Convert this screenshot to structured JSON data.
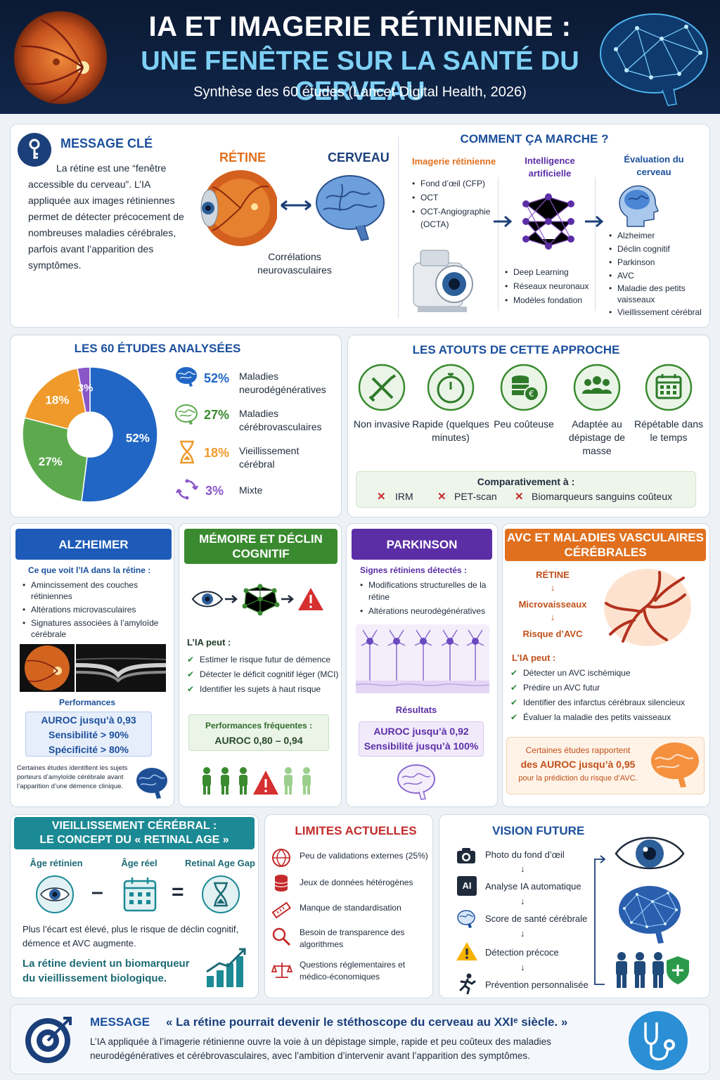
{
  "header": {
    "title_line1": "IA ET IMAGERIE RÉTINIENNE :",
    "title_line2": "UNE FENÊTRE SUR LA SANTÉ DU CERVEAU",
    "subtitle": "Synthèse des 60 études (Lancet Digital Health, 2026)"
  },
  "key_message": {
    "title": "MESSAGE CLÉ",
    "text": "La rétine est une “fenêtre accessible du cerveau”. L’IA appliquée aux images rétiniennes permet de détecter précocement de nombreuses maladies cérébrales, parfois avant l’apparition des symptômes.",
    "retina_label": "RÉTINE",
    "brain_label": "CERVEAU",
    "correlations": "Corrélations neurovasculaires"
  },
  "how": {
    "title": "COMMENT ÇA MARCHE ?",
    "col1_title": "Imagerie rétinienne",
    "col1_items": [
      "Fond d’œil (CFP)",
      "OCT",
      "OCT-Angiographie (OCTA)"
    ],
    "col2_title": "Intelligence artificielle",
    "col2_items": [
      "Deep Learning",
      "Réseaux neuronaux",
      "Modèles fondation"
    ],
    "col3_title": "Évaluation du cerveau",
    "col3_items": [
      "Alzheimer",
      "Déclin cognitif",
      "Parkinson",
      "AVC",
      "Maladie des petits vaisseaux",
      "Vieillissement cérébral"
    ]
  },
  "studies": {
    "title": "LES 60 ÉTUDES ANALYSÉES",
    "legend": [
      {
        "pct": "52%",
        "label": "Maladies neurodégénératives"
      },
      {
        "pct": "27%",
        "label": "Maladies cérébrovasculaires"
      },
      {
        "pct": "18%",
        "label": "Vieillissement cérébral"
      },
      {
        "pct": "3%",
        "label": "Mixte"
      }
    ]
  },
  "chart_data": {
    "type": "pie",
    "categories": [
      "Maladies neurodégénératives",
      "Maladies cérébrovasculaires",
      "Vieillissement cérébral",
      "Mixte"
    ],
    "values": [
      52,
      27,
      18,
      3
    ],
    "labels": [
      "52%",
      "27%",
      "18%",
      "3%"
    ],
    "colors": [
      "#2166c4",
      "#5daa4e",
      "#ef9a2a",
      "#8a56c8"
    ],
    "title": "LES 60 ÉTUDES ANALYSÉES"
  },
  "atouts": {
    "title": "LES ATOUTS DE CETTE APPROCHE",
    "items": [
      "Non invasive",
      "Rapide (quelques minutes)",
      "Peu coûteuse",
      "Adaptée au dépistage de masse",
      "Répétable dans le temps"
    ],
    "compare_title": "Comparativement à :",
    "compare_items": [
      "IRM",
      "PET-scan",
      "Biomarqueurs sanguins coûteux"
    ]
  },
  "alzheimer": {
    "title": "ALZHEIMER",
    "subtitle": "Ce que voit l’IA dans la rétine :",
    "items": [
      "Amincissement des couches rétiniennes",
      "Altérations microvasculaires",
      "Signatures associées à l’amyloïde cérébrale"
    ],
    "perf_title": "Performances",
    "perf": [
      "AUROC jusqu’à 0,93",
      "Sensibilité > 90%",
      "Spécificité > 80%"
    ],
    "note": "Certaines études identifient les sujets porteurs d’amyloïde cérébrale avant l’apparition d’une démence clinique."
  },
  "memoire": {
    "title": "MÉMOIRE ET DÉCLIN COGNITIF",
    "ia_title": "L’IA peut :",
    "items": [
      "Estimer le risque futur de démence",
      "Détecter le déficit cognitif léger (MCI)",
      "Identifier les sujets à haut risque"
    ],
    "perf_title": "Performances fréquentes :",
    "perf_value": "AUROC 0,80 – 0,94"
  },
  "parkinson": {
    "title": "PARKINSON",
    "subtitle": "Signes rétiniens détectés :",
    "items": [
      "Modifications structurelles de la rétine",
      "Altérations neurodégénératives"
    ],
    "results_title": "Résultats",
    "results": [
      "AUROC jusqu’à 0,92",
      "Sensibilité jusqu’à 100%"
    ]
  },
  "avc": {
    "title": "AVC ET MALADIES VASCULAIRES CÉRÉBRALES",
    "chain": [
      "RÉTINE",
      "Microvaisseaux",
      "Risque d’AVC"
    ],
    "ia_title": "L’IA peut :",
    "items": [
      "Détecter un AVC ischémique",
      "Prédire un AVC futur",
      "Identifier des infarctus cérébraux silencieux",
      "Évaluer la maladie des petits vaisseaux"
    ],
    "note_line1": "Certaines études rapportent",
    "note_line2": "des AUROC jusqu’à 0,95",
    "note_line3": "pour la prédiction du risque d’AVC."
  },
  "aging": {
    "title_line1": "VIEILLISSEMENT CÉRÉBRAL :",
    "title_line2": "LE CONCEPT DU « RETINAL AGE »",
    "labels": [
      "Âge rétinien",
      "Âge réel",
      "Retinal Age Gap"
    ],
    "text": "Plus l’écart est élevé, plus le risque de déclin cognitif, démence et AVC augmente.",
    "highlight": "La rétine devient un biomarqueur du vieillissement biologique."
  },
  "limits": {
    "title": "LIMITES ACTUELLES",
    "items": [
      "Peu de validations externes (25%)",
      "Jeux de données hétérogènes",
      "Manque de standardisation",
      "Besoin de transparence des algorithmes",
      "Questions réglementaires et médico-économiques"
    ]
  },
  "future": {
    "title": "VISION FUTURE",
    "steps": [
      "Photo du fond d’œil",
      "Analyse IA automatique",
      "Score de santé cérébrale",
      "Détection précoce",
      "Prévention personnalisée"
    ],
    "ai_chip": "AI"
  },
  "message": {
    "title": "MESSAGE",
    "quote": "« La rétine pourrait devenir le stéthoscope du cerveau au XXIᵉ siècle. »",
    "text": "L’IA appliquée à l’imagerie rétinienne ouvre la voie à un dépistage simple, rapide et peu coûteux des maladies neurodégénératives et cérébrovasculaires, avec l’ambition d’intervenir avant l’apparition des symptômes."
  },
  "colors": {
    "blue": "#1b4f9c",
    "green": "#2f8a3a",
    "purple": "#5b2ea6",
    "orange": "#e0701e",
    "teal": "#1c8a95",
    "red": "#c42a2a"
  }
}
